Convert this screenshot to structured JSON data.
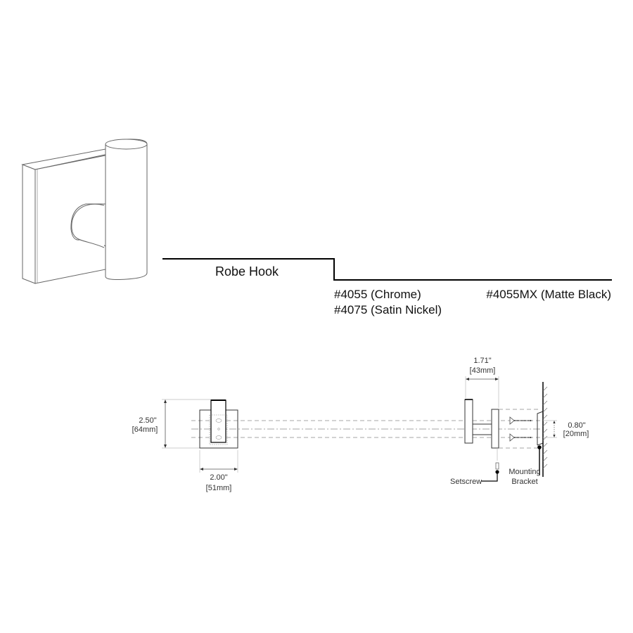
{
  "product": {
    "name": "Robe Hook",
    "skus": [
      {
        "code": "#4055",
        "finish": "(Chrome)",
        "label": "#4055 (Chrome)"
      },
      {
        "code": "#4075",
        "finish": "(Satin Nickel)",
        "label": "#4075 (Satin Nickel)"
      },
      {
        "code": "#4055MX",
        "finish": "(Matte Black)",
        "label": "#4055MX (Matte Black)"
      }
    ]
  },
  "front_view": {
    "height_in": "2.50\"",
    "height_mm": "[64mm]",
    "width_in": "2.00\"",
    "width_mm": "[51mm]"
  },
  "side_view": {
    "projection_in": "1.71\"",
    "projection_mm": "[43mm]",
    "screw_spacing_in": "0.80\"",
    "screw_spacing_mm": "[20mm]",
    "callouts": {
      "setscrew": "Setscrew",
      "mounting_line1": "Mounting",
      "mounting_line2": "Bracket"
    }
  }
}
